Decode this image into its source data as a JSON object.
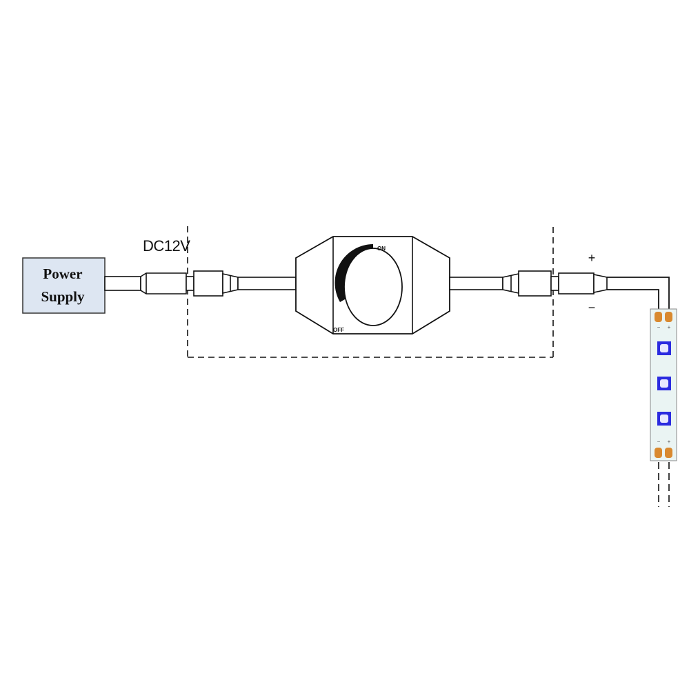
{
  "power_supply": {
    "line1": "Power",
    "line2": "Supply"
  },
  "voltage_label": "DC12V",
  "dimmer": {
    "on_label": "ON",
    "off_label": "OFF"
  },
  "polarity": {
    "positive": "+",
    "negative": "−"
  },
  "led_strip": {
    "pad_top_negative": "−",
    "pad_top_positive": "+",
    "pad_bottom_negative": "−",
    "pad_bottom_positive": "+",
    "led_count": 3
  },
  "colors": {
    "power_box_fill": "#dde6f2",
    "strip_fill": "#eaf4f3",
    "pad_color": "#d9892f",
    "led_color": "#2b2be0",
    "line_color": "#111111"
  }
}
